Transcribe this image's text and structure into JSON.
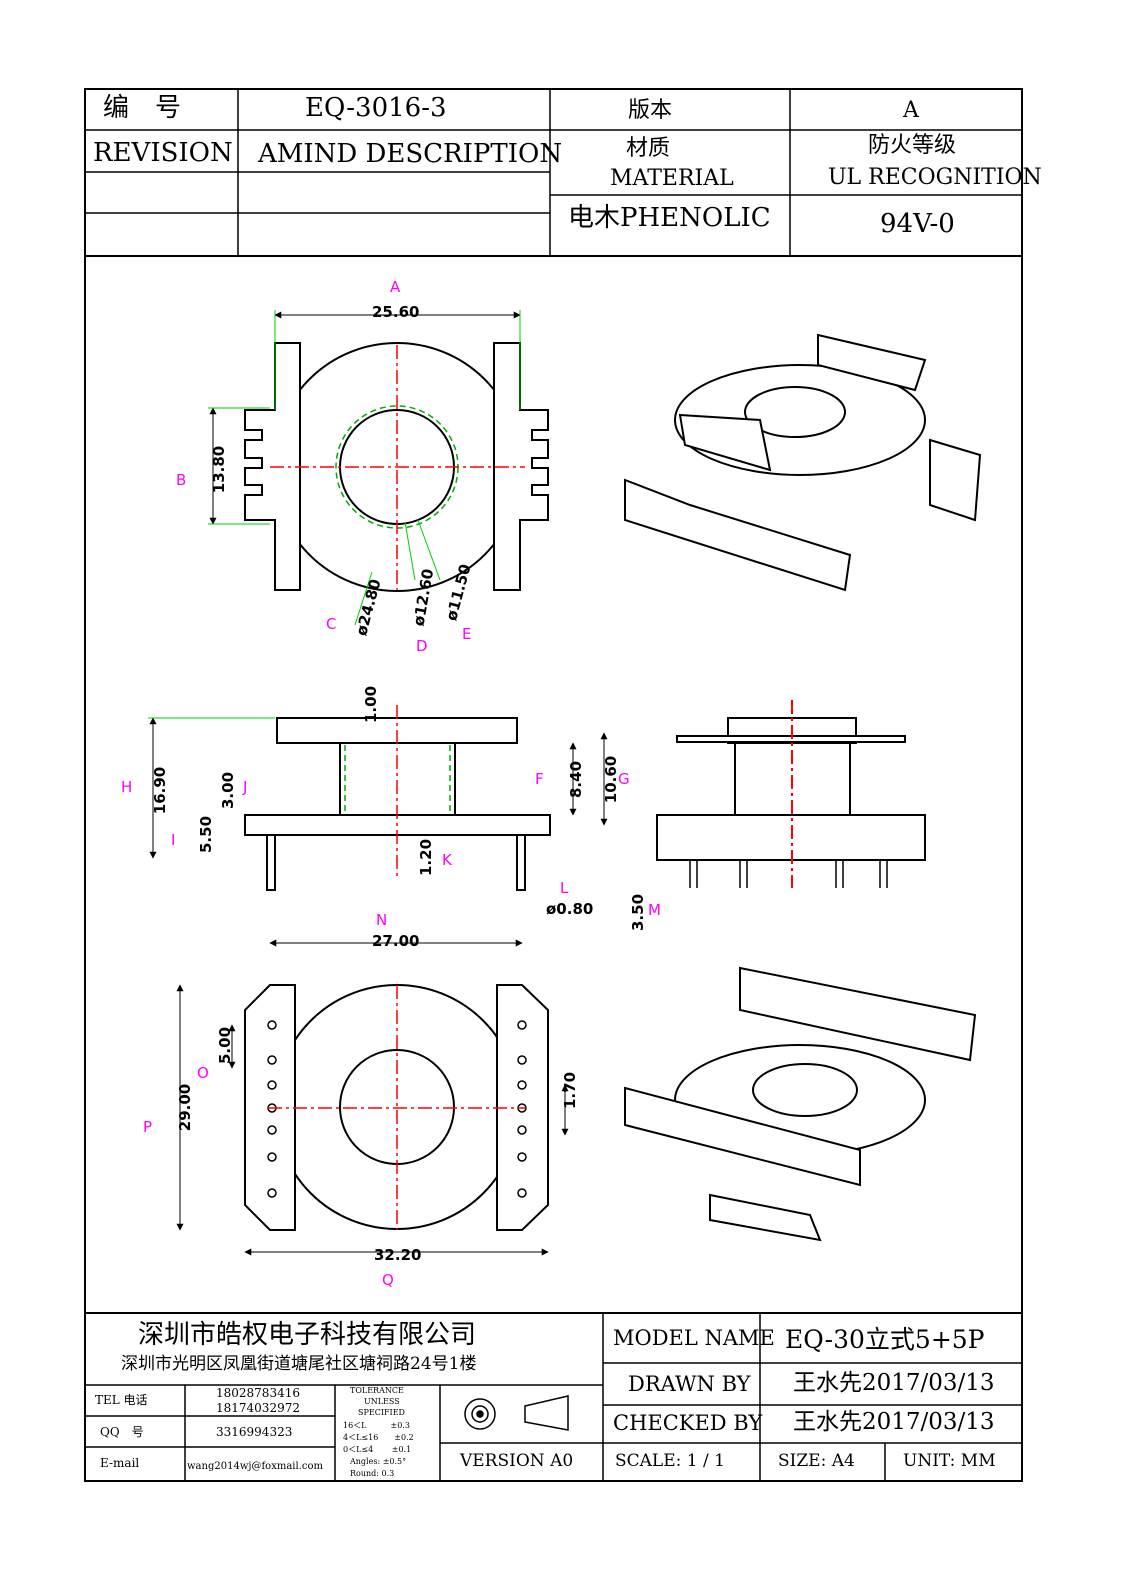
{
  "header": {
    "number_label": "编　号",
    "number_value": "EQ-3016-3",
    "version_label": "版本",
    "version_value": "A",
    "revision_label": "REVISION",
    "description_label": "AMIND DESCRIPTION",
    "material_label_cn": "材质",
    "material_label_en": "MATERIAL",
    "material_value": "电木PHENOLIC",
    "fire_label_cn": "防火等级",
    "fire_label_en": "UL RECOGNITION",
    "fire_value": "94V-0"
  },
  "dimensions": {
    "A": "25.60",
    "B": "13.80",
    "C": "ø24.80",
    "D": "ø12.60",
    "E": "ø11.50",
    "H": "16.90",
    "one": "1.00",
    "J": "3.00",
    "I": "5.50",
    "K": "1.20",
    "F": "8.40",
    "G": "10.60",
    "L": "ø0.80",
    "M": "3.50",
    "N": "27.00",
    "O": "5.00",
    "P": "29.00",
    "pitch": "1.70",
    "Q": "32.20"
  },
  "markers": {
    "A": "A",
    "B": "B",
    "C": "C",
    "D": "D",
    "E": "E",
    "F": "F",
    "G": "G",
    "H": "H",
    "I": "I",
    "J": "J",
    "K": "K",
    "L": "L",
    "M": "M",
    "N": "N",
    "O": "O",
    "P": "P",
    "Q": "Q"
  },
  "title_block": {
    "company": "深圳市皓权电子科技有限公司",
    "address": "深圳市光明区凤凰街道塘尾社区塘祠路24号1楼",
    "tel_label": "TEL 电话",
    "tel_1": "18028783416",
    "tel_2": "18174032972",
    "qq_label": "QQ　号",
    "qq_value": "3316994323",
    "email_label": "E-mail",
    "email_value": "wang2014wj@foxmail.com",
    "tol_title_1": "TOLERANCE",
    "tol_title_2": "UNLESS",
    "tol_title_3": "SPECIFIED",
    "tol_rows": [
      "16＜L　　　±0.3",
      "4＜L≤16　　±0.2",
      "0＜L≤4　　 ±0.1",
      "Angles: ±0.5°",
      "Round: 0.3"
    ],
    "version": "VERSION A0",
    "model_label": "MODEL NAME",
    "model_value": "EQ-30立式5+5P",
    "drawn_label": "DRAWN BY",
    "drawn_value": "王水先2017/03/13",
    "checked_label": "CHECKED BY",
    "checked_value": "王水先2017/03/13",
    "scale": "SCALE:  1 / 1",
    "size": "SIZE:  A4",
    "unit": "UNIT:  MM"
  },
  "colors": {
    "line": "#000000",
    "centerline": "#ff0000",
    "dim_line": "#00cc00",
    "marker": "#ff00ff",
    "hidden": "#00aa00"
  }
}
